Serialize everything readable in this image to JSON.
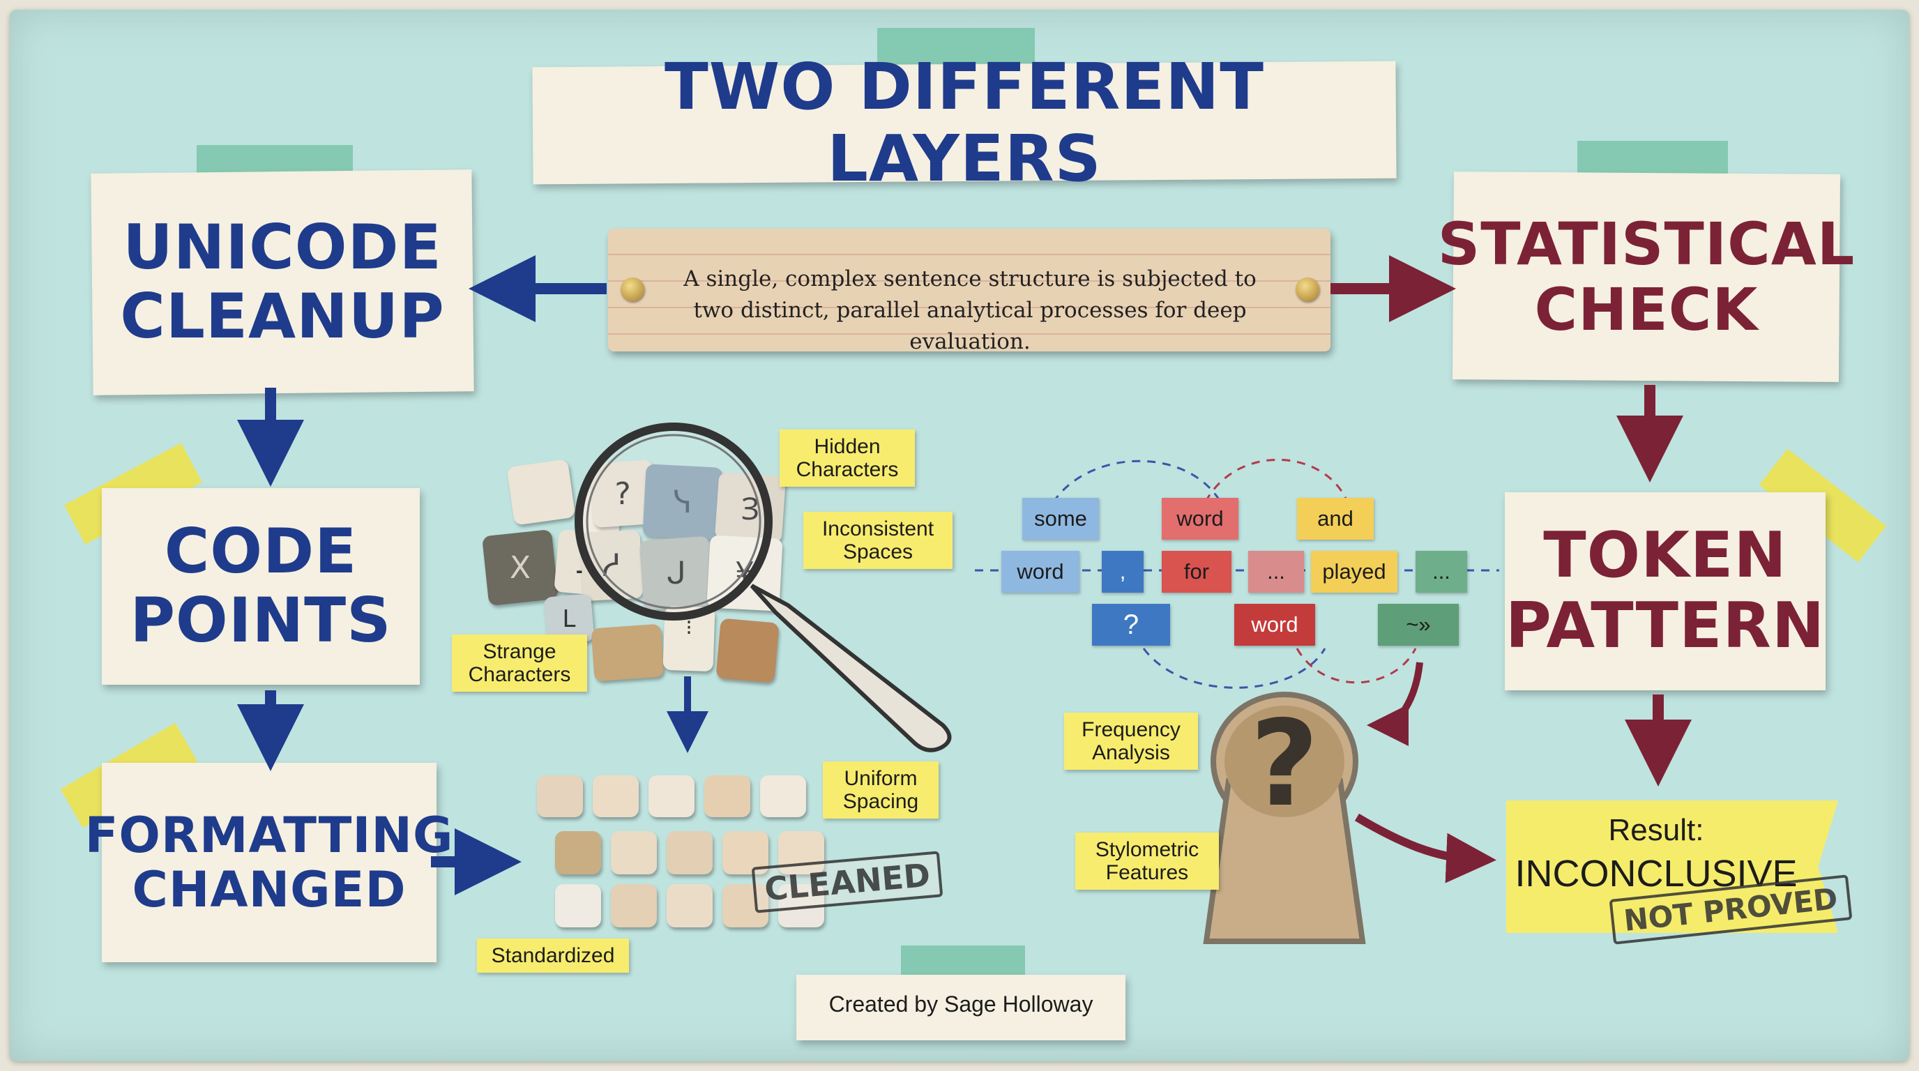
{
  "title": "TWO DIFFERENT LAYERS",
  "description": "A single, complex sentence structure is subjected to two distinct, parallel analytical processes for deep evaluation.",
  "left": {
    "box1": "UNICODE\nCLEANUP",
    "box2": "CODE\nPOINTS",
    "box3": "FORMATTING\nCHANGED"
  },
  "right": {
    "box1": "STATISTICAL\nCHECK",
    "box2": "TOKEN\nPATTERN",
    "result_label": "Result:",
    "result_value": "INCONCLUSIVE",
    "stamp": "NOT PROVED"
  },
  "notes": {
    "hidden": "Hidden\nCharacters",
    "inconsistent": "Inconsistent\nSpaces",
    "strange": "Strange\nCharacters",
    "uniform": "Uniform\nSpacing",
    "standardized": "Standardized",
    "frequency": "Frequency\nAnalysis",
    "stylometric": "Stylometric\nFeatures"
  },
  "cleaned_stamp": "CLEANED",
  "tokens": {
    "row1": [
      "some",
      "word",
      "and"
    ],
    "row2": [
      "word",
      ",",
      "for",
      "...",
      "played",
      "..."
    ],
    "row3": [
      "?",
      "word",
      "~»"
    ]
  },
  "tile_glyphs": [
    "?",
    "ᓭ",
    "Ɜ",
    "ꓫ",
    "ᒧ",
    "ᓱ",
    "ᒍ",
    "¥",
    "ᒪ",
    "⁝"
  ],
  "credit": "Created by Sage Holloway",
  "colors": {
    "blue_text": "#1f3b8c",
    "maroon_text": "#7c2236",
    "board": "#bfe3df",
    "sticky_note": "#f7ec6e"
  }
}
